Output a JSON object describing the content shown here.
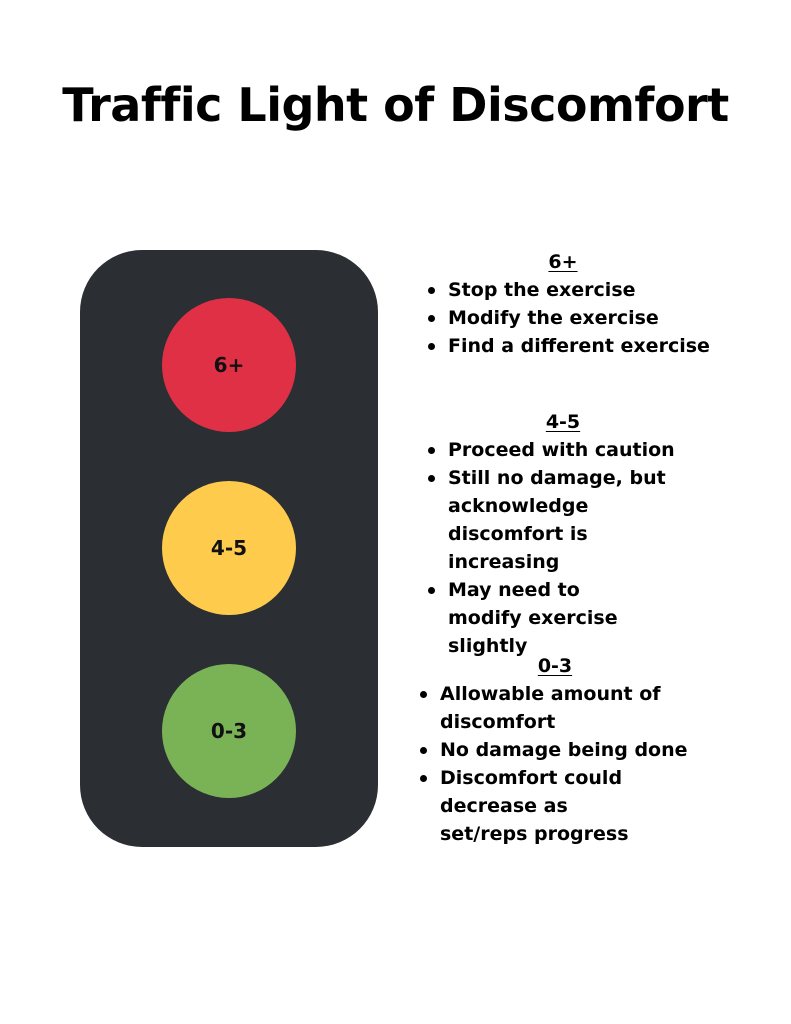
{
  "title": "Traffic Light of Discomfort",
  "colors": {
    "housing": "#2b2f33",
    "red": "#e03045",
    "yellow": "#fecb4d",
    "green": "#7ab356"
  },
  "lights": [
    {
      "label": "6+",
      "color": "#e03045"
    },
    {
      "label": "4-5",
      "color": "#fecb4d"
    },
    {
      "label": "0-3",
      "color": "#7ab356"
    }
  ],
  "sections": [
    {
      "heading": "6+",
      "items": [
        "Stop the exercise",
        "Modify the exercise",
        "Find a different exercise"
      ]
    },
    {
      "heading": "4-5",
      "items": [
        "Proceed with caution",
        "Still no damage, but acknowledge discomfort is increasing",
        "May need to modify exercise slightly"
      ]
    },
    {
      "heading": "0-3",
      "items": [
        "Allowable amount of discomfort",
        "No damage being done",
        "Discomfort could decrease as set/reps progress"
      ]
    }
  ]
}
